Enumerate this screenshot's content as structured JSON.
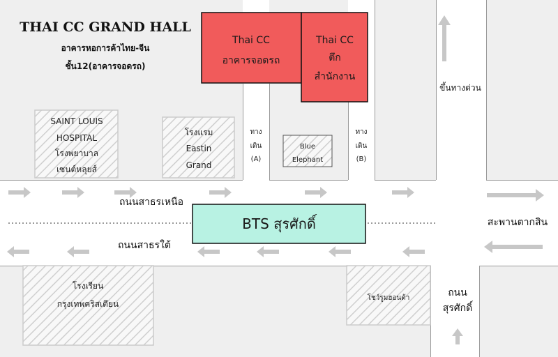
{
  "title": {
    "main": "THAI CC GRAND HALL",
    "sub1": "อาคารหอการค้าไทย-จีน",
    "sub2": "ชั้น12(อาคารจอดรถ)"
  },
  "buildings": {
    "parking": [
      "Thai CC",
      "อาคารจอดรถ"
    ],
    "office": [
      "Thai CC",
      "ตึก",
      "สำนักงาน"
    ],
    "hospital": [
      "SAINT LOUIS",
      "HOSPITAL",
      "โรงพยาบาล",
      "เซนต์หลุยส์"
    ],
    "eastin": [
      "โรงแรม",
      "Eastin",
      "Grand"
    ],
    "blue_elephant": [
      "Blue",
      "Elephant"
    ],
    "school": [
      "โรงเรียน",
      "กรุงเทพคริสเตียน"
    ],
    "showroom": [
      "โชว์รูมฮอนด้า"
    ]
  },
  "walkways": {
    "a": [
      "ทาง",
      "เดิน",
      "(A)"
    ],
    "b": [
      "ทาง",
      "เดิน",
      "(B)"
    ]
  },
  "roads": {
    "north": "ถนนสาธรเหนือ",
    "south": "ถนนสาธรใต้",
    "bridge": "สะพานตากสิน",
    "expressway": "ขึ้นทางด่วน",
    "surasak": [
      "ถนน",
      "สุรศักดิ์"
    ]
  },
  "bts": {
    "label": "BTS สุรศักดิ์"
  },
  "colors": {
    "block": "#efefef",
    "red_building": "#f15b5b",
    "bts_fill": "#b8f2e3",
    "arrow": "#c7c7c7"
  }
}
